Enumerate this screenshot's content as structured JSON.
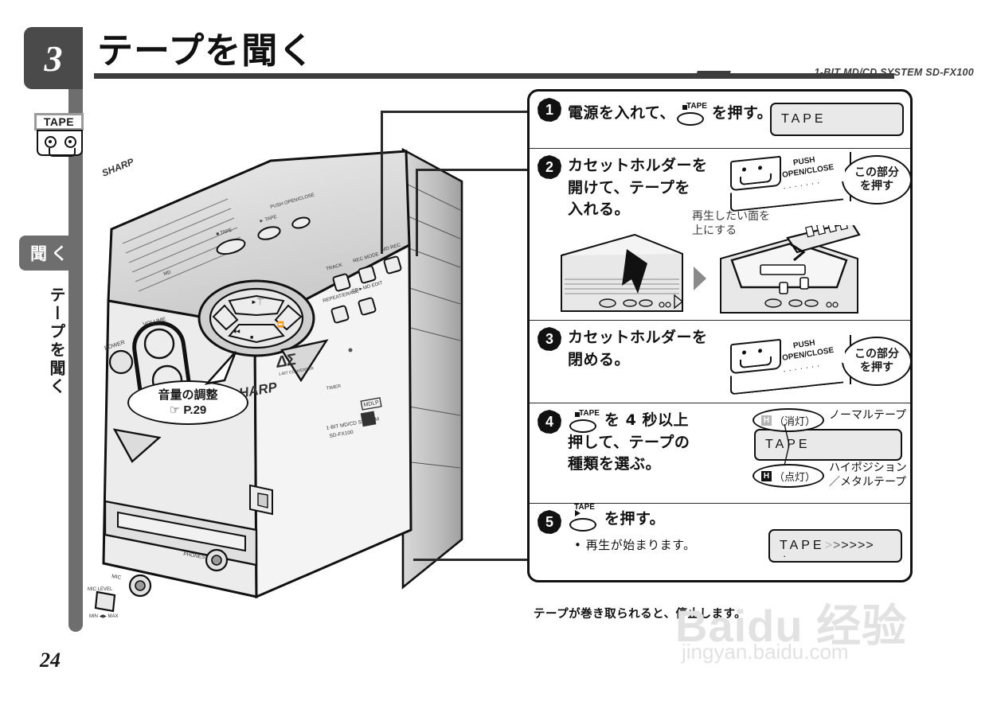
{
  "page": {
    "number": "24",
    "chapter_number": "3",
    "title": "テープを聞く",
    "model_line": "1-BIT MD/CD SYSTEM  SD-FX100"
  },
  "sidebar": {
    "tape_badge_label": "TAPE",
    "section_tab": "聞く",
    "vertical_title": "テープを聞く"
  },
  "illustration": {
    "volume_callout_line1": "音量の調整",
    "volume_callout_page": "P.29",
    "hand_icon": "pointing-hand-icon"
  },
  "steps": [
    {
      "number": "1",
      "text_before": "電源を入れて、",
      "button_label": "TAPE",
      "text_after": "を押す。",
      "display": "TAPE"
    },
    {
      "number": "2",
      "lines": [
        "カセットホルダーを",
        "開けて、テープを",
        "入れる。"
      ],
      "push_label_top": "PUSH",
      "push_label_bottom": "OPEN/CLOSE",
      "callout": [
        "この部分",
        "を押す"
      ],
      "insert_note": [
        "再生したい面を",
        "上にする"
      ]
    },
    {
      "number": "3",
      "lines": [
        "カセットホルダーを",
        "閉める。"
      ],
      "push_label_top": "PUSH",
      "push_label_bottom": "OPEN/CLOSE",
      "callout": [
        "この部分",
        "を押す"
      ]
    },
    {
      "number": "4",
      "button_label": "TAPE",
      "lines": [
        "を 4 秒以上",
        "押して、テープの",
        "種類を選ぶ。"
      ],
      "display": "TAPE",
      "indicator_off": {
        "glyph": "H",
        "state": "（消灯）",
        "type": "ノーマルテープ"
      },
      "indicator_on": {
        "glyph": "H",
        "state": "（点灯）",
        "type_line1": "ハイポジション",
        "type_line2": "／メタルテープ"
      }
    },
    {
      "number": "5",
      "button_label": "TAPE",
      "text_after": "を押す。",
      "bullet": "再生が始まります。",
      "display": "TAPE",
      "display_arrows": "＞＞＞＞＞＞"
    }
  ],
  "footnote": "テープが巻き取られると、停止します。",
  "watermark": {
    "line1": "Baidu 经验",
    "line2": "jingyan.baidu.com"
  },
  "colors": {
    "spine_gray": "#6e6e6e",
    "chapter_gray": "#4a4a4a",
    "rule_dark": "#3d3d3d",
    "lcd_bg": "#e9e9e9",
    "ink": "#111111"
  }
}
